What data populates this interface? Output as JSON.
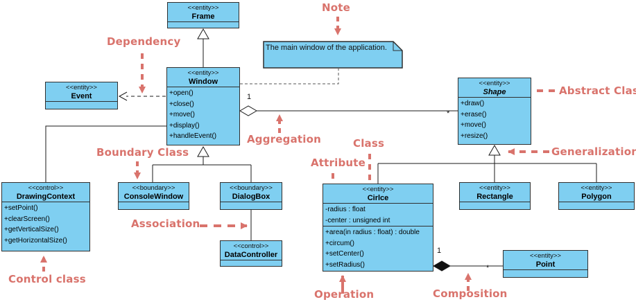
{
  "colors": {
    "class_fill": "#7fcff1",
    "class_border": "#2f2f2f",
    "connector": "#1a1a1a",
    "annotation": "#d9736c"
  },
  "classes": {
    "frame": {
      "stereotype": "<<entity>>",
      "name": "Frame"
    },
    "window": {
      "stereotype": "<<entity>>",
      "name": "Window",
      "operations": [
        "+open()",
        "+close()",
        "+move()",
        "+display()",
        "+handleEvent()"
      ]
    },
    "event": {
      "stereotype": "<<entity>>",
      "name": "Event"
    },
    "shape": {
      "stereotype": "<<entity>>",
      "name": "Shape",
      "operations": [
        "+draw()",
        "+erase()",
        "+move()",
        "+resize()"
      ]
    },
    "drawingContext": {
      "stereotype": "<<control>>",
      "name": "DrawingContext",
      "operations": [
        "+setPoint()",
        "+clearScreen()",
        "+getVerticalSize()",
        "+getHorizontalSize()"
      ]
    },
    "consoleWindow": {
      "stereotype": "<<boundary>>",
      "name": "ConsoleWindow"
    },
    "dialogBox": {
      "stereotype": "<<boundary>>",
      "name": "DialogBox"
    },
    "dataController": {
      "stereotype": "<<control>>",
      "name": "DataController"
    },
    "circle": {
      "stereotype": "<<entity>>",
      "name": "Cirlce",
      "attributes": [
        "-radius : float",
        "-center : unsigned int"
      ],
      "operations": [
        "+area(in radius : float) : double",
        "+circum()",
        "+setCenter()",
        "+setRadius()"
      ]
    },
    "rectangle": {
      "stereotype": "<<entity>>",
      "name": "Rectangle"
    },
    "polygon": {
      "stereotype": "<<entity>>",
      "name": "Polygon"
    },
    "point": {
      "stereotype": "<<entity>>",
      "name": "Point"
    }
  },
  "note": {
    "text": "The main window of the application."
  },
  "annotations": {
    "note": {
      "label": "Note"
    },
    "dependency": {
      "label": "Dependency"
    },
    "abstractClass": {
      "label": "Abstract Class"
    },
    "aggregation": {
      "label": "Aggregation"
    },
    "generalization": {
      "label": "Generalization"
    },
    "boundaryClass": {
      "label": "Boundary Class"
    },
    "klass": {
      "label": "Class"
    },
    "attribute": {
      "label": "Attribute"
    },
    "association": {
      "label": "Association"
    },
    "controlClass": {
      "label": "Control class"
    },
    "operation": {
      "label": "Operation"
    },
    "composition": {
      "label": "Composition"
    }
  },
  "multiplicities": {
    "aggregation": {
      "whole": "1",
      "part": "*"
    },
    "composition": {
      "whole": "1",
      "part": "*"
    }
  }
}
